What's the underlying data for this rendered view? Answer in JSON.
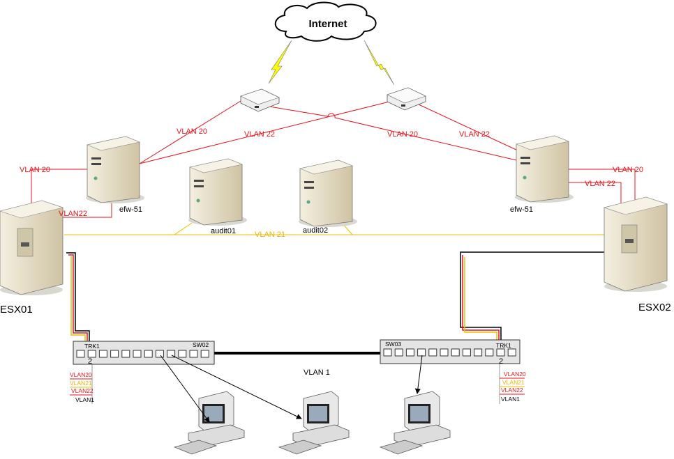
{
  "cloud": {
    "label": "Internet"
  },
  "links": {
    "left_vlan20": "VLAN 20",
    "left_vlan22": "VLAN 22",
    "cross_vlan20": "VLAN 20",
    "right_vlan22": "VLAN 22",
    "esx01_vlan20": "VLAN 20",
    "esx01_vlan22": "VLAN22",
    "esx02_vlan20": "VLAN 20",
    "esx02_vlan22": "VLAN 22",
    "vlan21": "VLAN 21",
    "vlan1": "VLAN 1"
  },
  "servers": {
    "efw_left": "efw-51",
    "efw_right": "efw-51",
    "audit01": "audit01",
    "audit02": "audit02",
    "esx01": "ESX01",
    "esx02": "ESX02"
  },
  "switches": {
    "sw02": {
      "name": "SW02",
      "trunk": "TRK1",
      "port": "2",
      "vlans": [
        "VLAN20",
        "VLAN21",
        "VLAN22",
        "VLAN1"
      ]
    },
    "sw03": {
      "name": "SW03",
      "trunk": "TRK1",
      "port": "2",
      "vlans": [
        "VLAN20",
        "VLAN21",
        "VLAN22",
        "VLAN1"
      ]
    }
  },
  "colors": {
    "vlan20": "#e8141c",
    "vlan21": "#f0c000",
    "vlan22": "#e8141c",
    "vlan1": "#000000",
    "server": "#e9dfc4"
  }
}
